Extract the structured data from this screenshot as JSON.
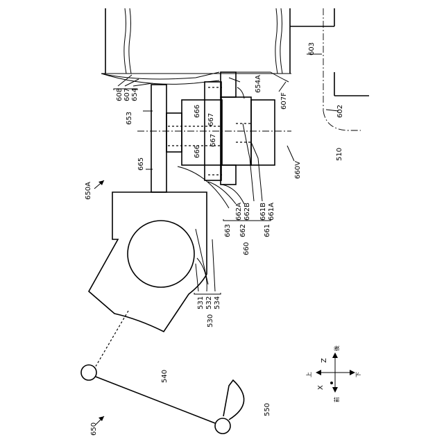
{
  "labels": {
    "l608": "608",
    "l607": "607",
    "l654": "654",
    "l653": "653",
    "l666a": "666",
    "l666b": "666",
    "l667a": "667",
    "l667b": "667",
    "l654A": "654A",
    "l607F": "607F",
    "l603": "603",
    "l602": "602",
    "l510": "510",
    "l660V": "660V",
    "l665": "665",
    "l650A": "650A",
    "l663": "663",
    "l662A": "662A",
    "l662B": "662B",
    "l662": "662",
    "l660": "660",
    "l661B": "661B",
    "l661A": "661A",
    "l661": "661",
    "l531": "531",
    "l532": "532",
    "l534": "534",
    "l530": "530",
    "l540": "540",
    "l550": "550",
    "l650": "650"
  },
  "axes": {
    "z": "Z",
    "x": "X",
    "up": "上",
    "down": "下",
    "front": "前",
    "rear": "後"
  }
}
